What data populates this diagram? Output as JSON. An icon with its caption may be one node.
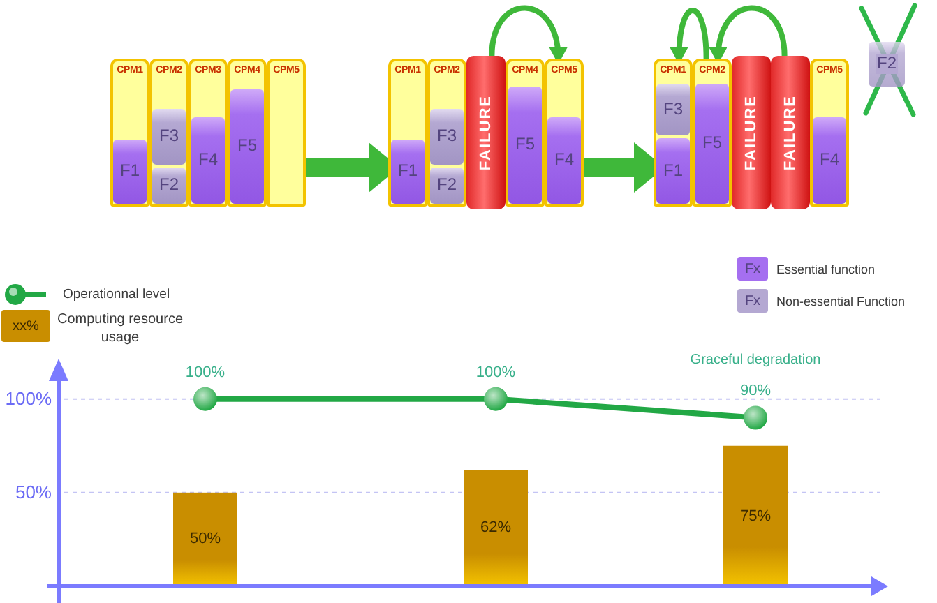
{
  "diagram": {
    "nodes": [
      {
        "text": [
          "CPM1"
        ]
      },
      {
        "text": [
          "F1"
        ],
        "in": 0
      },
      {
        "text": [
          "CPM2"
        ]
      },
      {
        "text": [
          "F3"
        ],
        "in": 2
      },
      {
        "text": [
          "F2"
        ],
        "in": 2
      },
      {
        "text": [
          "CPM3"
        ]
      },
      {
        "text": [
          "F4"
        ],
        "in": 5
      },
      {
        "text": [
          "CPM4"
        ]
      },
      {
        "text": [
          "F5"
        ],
        "in": 7
      },
      {
        "text": [
          "CPM5"
        ]
      },
      {
        "text": [
          "CPM1"
        ]
      },
      {
        "text": [
          "F1"
        ],
        "in": 10
      },
      {
        "text": [
          "CPM2"
        ]
      },
      {
        "text": [
          "F3"
        ],
        "in": 12
      },
      {
        "text": [
          "F2"
        ],
        "in": 12
      },
      {
        "text": [
          "FAILURE"
        ]
      },
      {
        "text": [
          "CPM4"
        ]
      },
      {
        "text": [
          "F5"
        ],
        "in": 16
      },
      {
        "text": [
          "CPM5"
        ]
      },
      {
        "text": [
          "F4"
        ],
        "in": 18
      },
      {
        "text": [
          "CPM1"
        ]
      },
      {
        "text": [
          "F3"
        ],
        "in": 20
      },
      {
        "text": [
          "F1"
        ],
        "in": 20
      },
      {
        "text": [
          "CPM2"
        ]
      },
      {
        "text": [
          "F5"
        ],
        "in": 23
      },
      {
        "text": [
          "FAILURE"
        ]
      },
      {
        "text": [
          "FAILURE"
        ]
      },
      {
        "text": [
          "CPM5"
        ]
      },
      {
        "text": [
          "F4"
        ],
        "in": 27
      },
      {
        "text": [
          "F2"
        ]
      }
    ],
    "edges": [
      {
        "from": 9,
        "to": 10,
        "arrow": "to",
        "style": "thick"
      },
      {
        "from": 18,
        "to": 20,
        "arrow": "to",
        "style": "thick"
      },
      {
        "from": 15,
        "to": 18,
        "arrow": "to"
      },
      {
        "from": 23,
        "to": 20,
        "arrow": "to"
      },
      {
        "from": 26,
        "to": 23,
        "arrow": "to"
      }
    ],
    "labels": [
      "Fx",
      "Fx",
      "xx%"
    ],
    "legend": [
      {
        "text": "Essential function",
        "color": "#a56ff0"
      },
      {
        "text": "Non-essential Function",
        "color": "#b4a8d2"
      },
      {
        "text": "Operationnal level"
      },
      {
        "text": "Computing resource usage",
        "color": "#c98e00"
      }
    ],
    "chart_data": {
      "type": "bar",
      "ylim": [
        0,
        120
      ],
      "yticks": [
        {
          "value": 50,
          "label": "50%"
        },
        {
          "value": 100,
          "label": "100%"
        }
      ],
      "series": [
        {
          "color": "#c98e00",
          "values": [
            50,
            62,
            75
          ]
        },
        {
          "type": "line",
          "marker": "circle",
          "color": "#22a845",
          "values": [
            100,
            100,
            90
          ]
        }
      ],
      "value_labels": [
        [
          "50%",
          "62%",
          "75%"
        ],
        [
          "100%",
          "100%",
          "90%"
        ]
      ],
      "annotations": [
        "Graceful degradation"
      ]
    }
  }
}
